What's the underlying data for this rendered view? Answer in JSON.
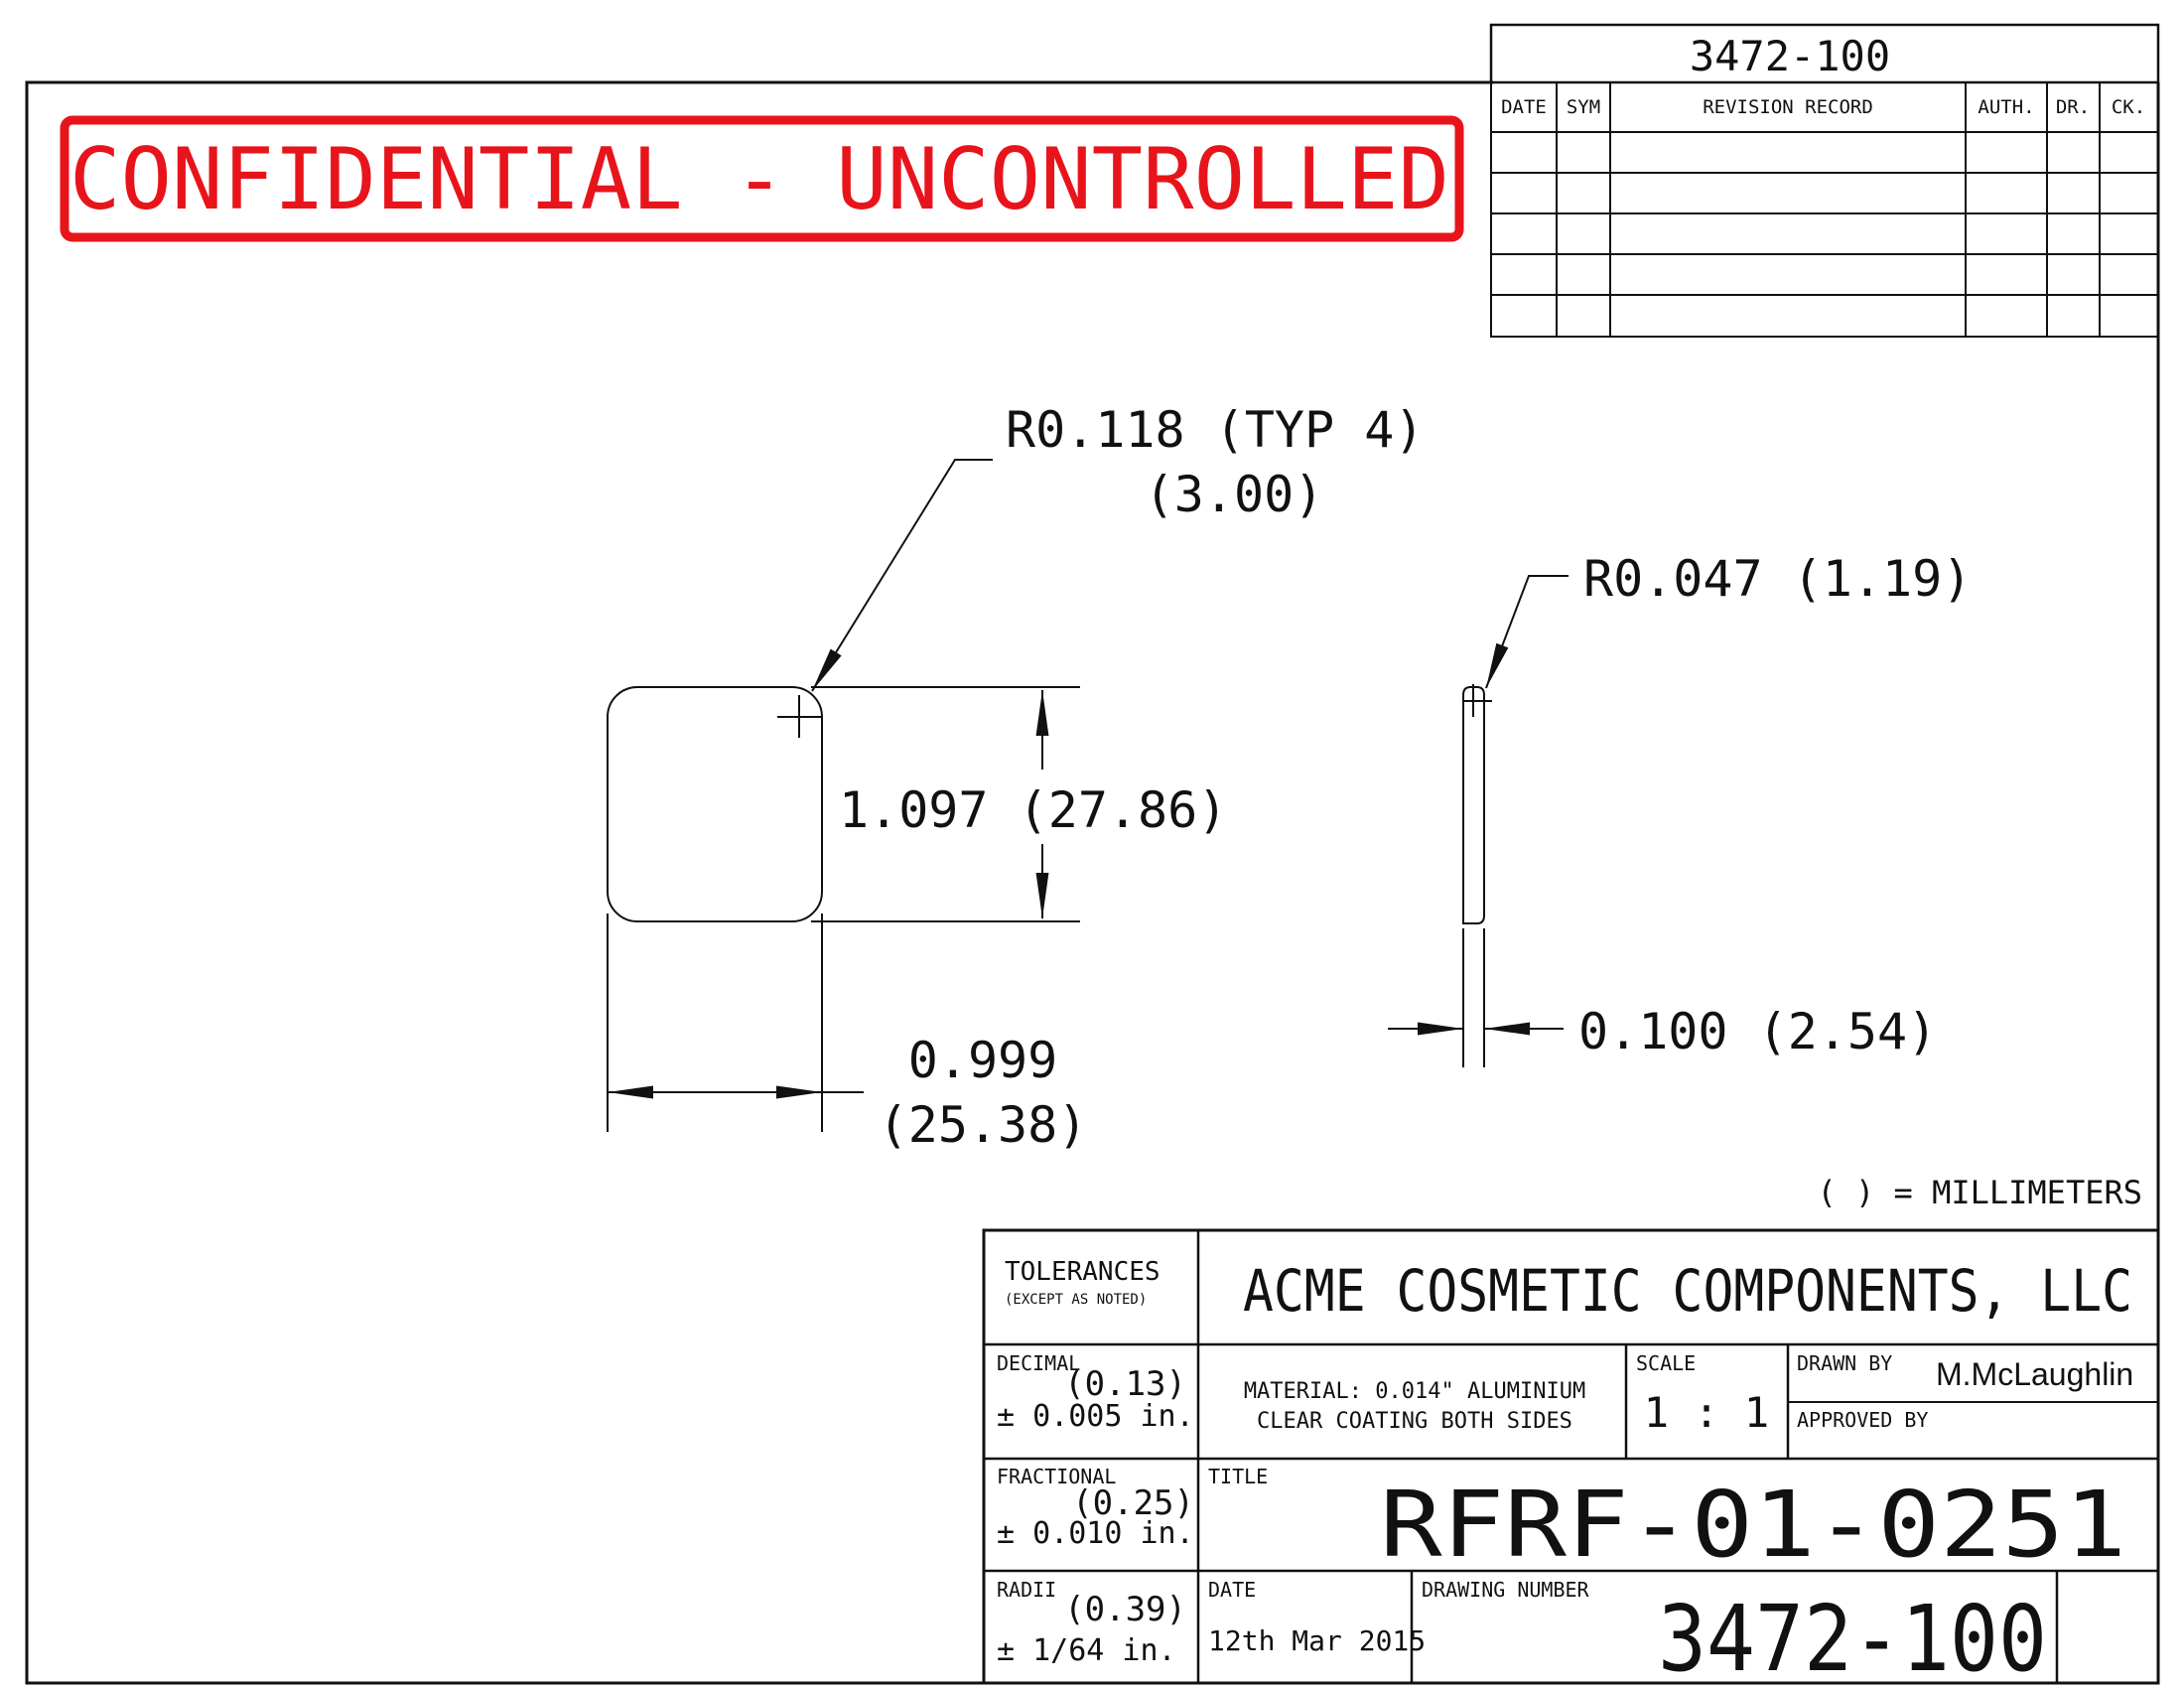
{
  "header": {
    "drawing_number_tab": "3472-100",
    "confidential_stamp": "CONFIDENTIAL - UNCONTROLLED"
  },
  "revision_table": {
    "headers": {
      "date": "DATE",
      "sym": "SYM",
      "record": "REVISION RECORD",
      "auth": "AUTH.",
      "dr": "DR.",
      "ck": "CK."
    },
    "rows": [
      {
        "date": "",
        "sym": "",
        "record": "",
        "auth": "",
        "dr": "",
        "ck": ""
      },
      {
        "date": "",
        "sym": "",
        "record": "",
        "auth": "",
        "dr": "",
        "ck": ""
      },
      {
        "date": "",
        "sym": "",
        "record": "",
        "auth": "",
        "dr": "",
        "ck": ""
      },
      {
        "date": "",
        "sym": "",
        "record": "",
        "auth": "",
        "dr": "",
        "ck": ""
      }
    ]
  },
  "dimensions": {
    "corner_radius_line1": "R0.118 (TYP 4)",
    "corner_radius_line2": "(3.00)",
    "edge_radius": "R0.047 (1.19)",
    "height": "1.097 (27.86)",
    "width_line1": "0.999",
    "width_line2": "(25.38)",
    "thickness": "0.100 (2.54)",
    "units_note": "( ) = MILLIMETERS"
  },
  "title_block": {
    "tolerances_label": "TOLERANCES",
    "tolerances_sub": "(EXCEPT AS NOTED)",
    "company": "ACME COSMETIC COMPONENTS, LLC",
    "decimal_label": "DECIMAL",
    "decimal_mm": "(0.13)",
    "decimal_value": "± 0.005 in.",
    "fractional_label": "FRACTIONAL",
    "fractional_mm": "(0.25)",
    "fractional_value": "± 0.010 in.",
    "radii_label": "RADII",
    "radii_mm": "(0.39)",
    "radii_value": "± 1/64 in.",
    "material_line1": "MATERIAL: 0.014\" ALUMINIUM",
    "material_line2": "CLEAR COATING BOTH SIDES",
    "scale_label": "SCALE",
    "scale_value": "1 : 1",
    "drawn_by_label": "DRAWN BY",
    "drawn_by_value": "M.McLaughlin",
    "approved_by_label": "APPROVED BY",
    "approved_by_value": "",
    "title_label": "TITLE",
    "title_value": "RFRF-01-0251",
    "date_label": "DATE",
    "date_value": "12th Mar 2015",
    "drawing_number_label": "DRAWING NUMBER",
    "drawing_number_value": "3472-100"
  },
  "colors": {
    "line": "#111111",
    "stamp": "#e8141b"
  }
}
